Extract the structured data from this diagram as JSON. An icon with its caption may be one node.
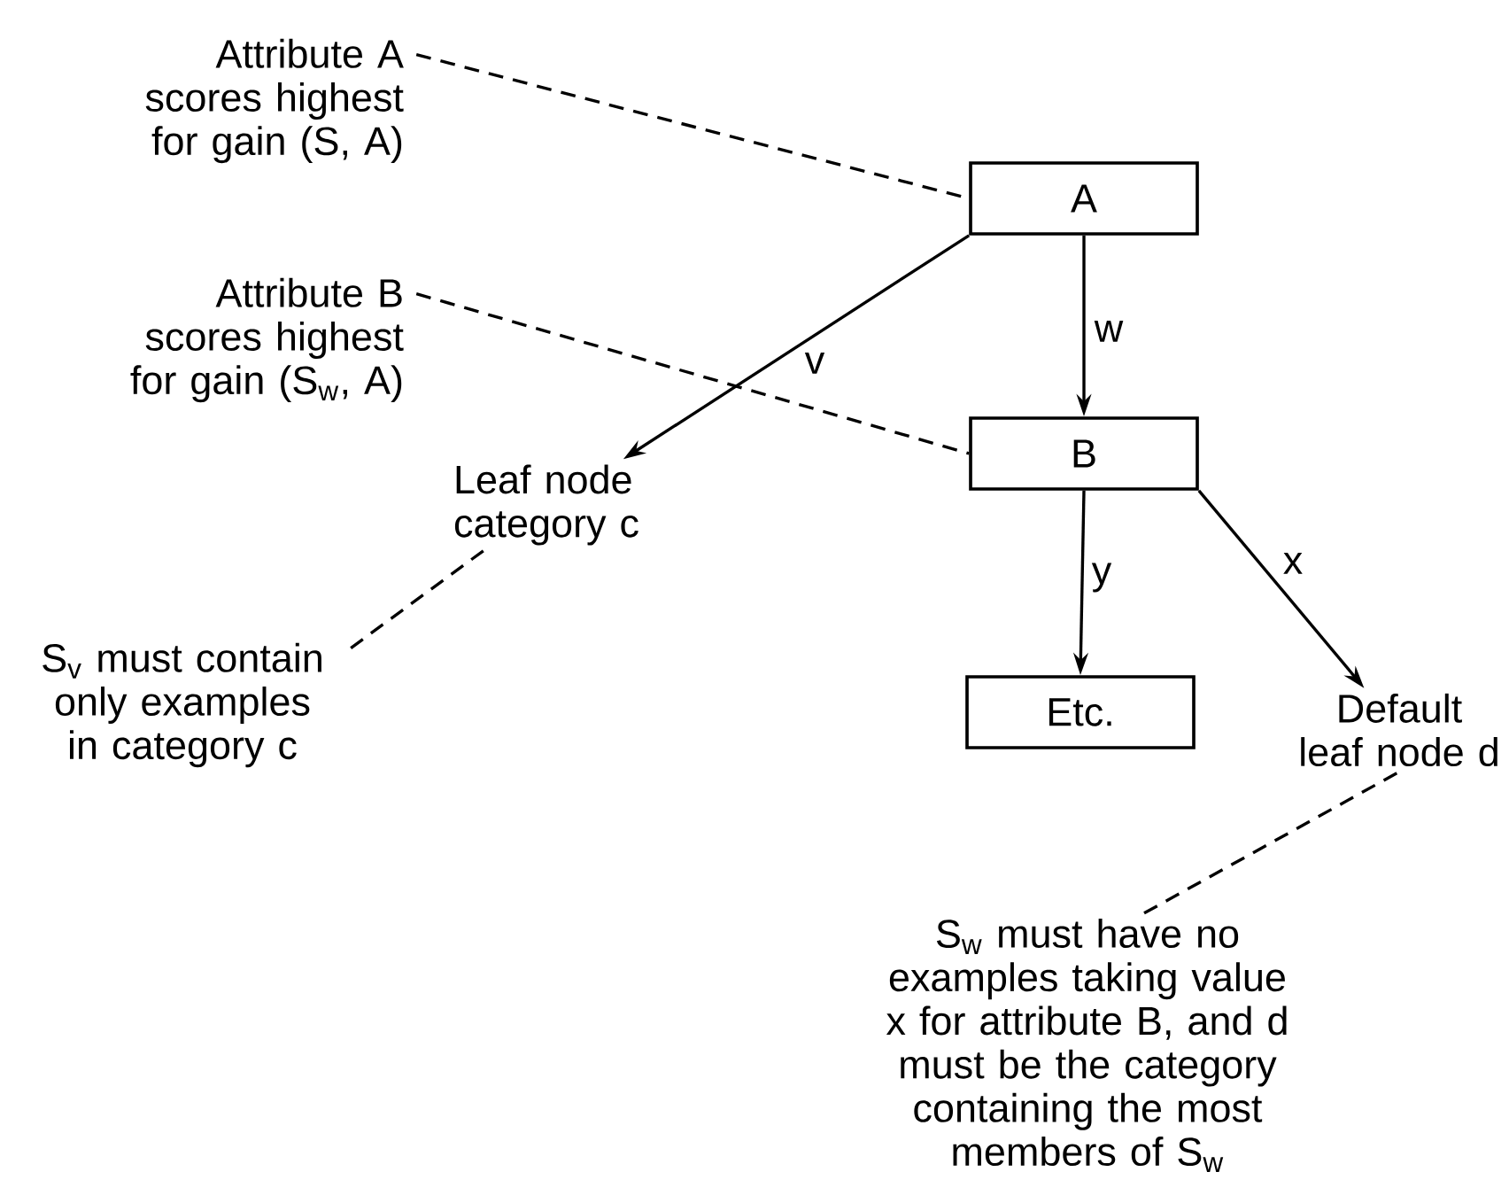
{
  "diagram": {
    "nodes": [
      {
        "text": [
          "Attribute A scores highest for gain (S, A)"
        ]
      },
      {
        "text": [
          "A"
        ]
      },
      {
        "text": [
          "Attribute B scores highest for gain (S$_{w}$, A)"
        ]
      },
      {
        "text": [
          "B"
        ]
      },
      {
        "text": [
          "Leaf node category c"
        ]
      },
      {
        "text": [
          "S$_{v}$ must contain only examples in category c"
        ]
      },
      {
        "text": [
          "Etc."
        ]
      },
      {
        "text": [
          "Default leaf node d"
        ]
      },
      {
        "text": [
          "S$_{w}$ must have no examples taking value x for attribute B, and d must be the category containing the most members of S$_{w}$"
        ]
      }
    ],
    "edges": [
      {
        "from": 0,
        "to": 1,
        "arrow": "none",
        "style": "dashed"
      },
      {
        "from": 1,
        "to": 4,
        "arrow": "to",
        "label": "v"
      },
      {
        "from": 1,
        "to": 3,
        "arrow": "to",
        "label": "w"
      },
      {
        "from": 2,
        "to": 3,
        "arrow": "none",
        "style": "dashed"
      },
      {
        "from": 5,
        "to": 4,
        "arrow": "none",
        "style": "dashed"
      },
      {
        "from": 3,
        "to": 6,
        "arrow": "to",
        "label": "y"
      },
      {
        "from": 3,
        "to": 7,
        "arrow": "to",
        "label": "x"
      },
      {
        "from": 8,
        "to": 7,
        "arrow": "none",
        "style": "dashed"
      }
    ]
  }
}
